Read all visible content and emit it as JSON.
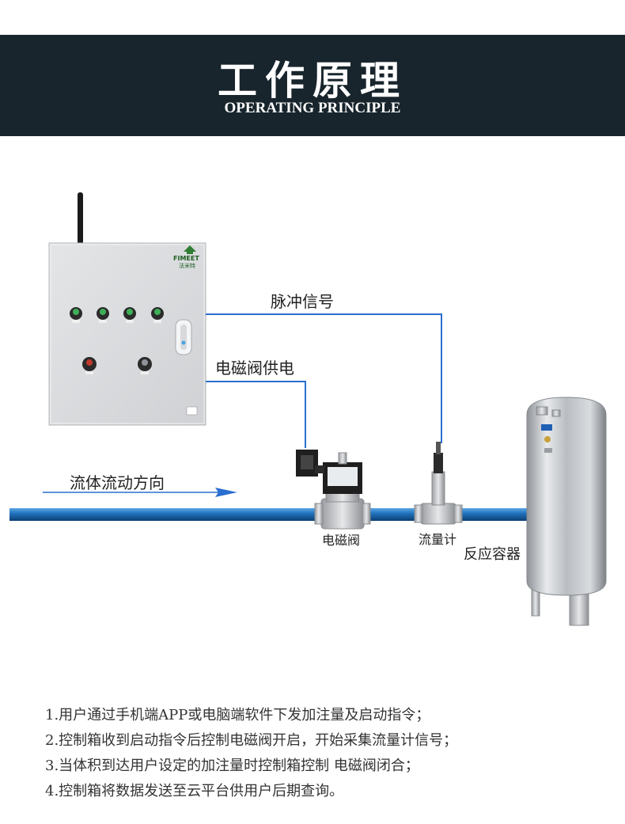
{
  "header": {
    "title": "工作原理",
    "subtitle": "OPERATING PRINCIPLE"
  },
  "diagram": {
    "control_box_logo": "FIMEET",
    "control_box_logo_sub": "法米特",
    "pulse_signal_label": "脉冲信号",
    "valve_power_label": "电磁阀供电",
    "flow_direction_label": "流体流动方向",
    "solenoid_valve_label": "电磁阀",
    "flow_meter_label": "流量计",
    "reaction_vessel_label": "反应容器",
    "pipe_color": "#1e6fb8",
    "signal_line_color": "#2a6fd0",
    "header_bg_color": "#18252c"
  },
  "steps": [
    "1.用户通过手机端APP或电脑端软件下发加注量及启动指令；",
    "2.控制箱收到启动指令后控制电磁阀开启，开始采集流量计信号；",
    "3.当体积到达用户设定的加注量时控制箱控制 电磁阀闭合；",
    "4.控制箱将数据发送至云平台供用户后期查询。"
  ]
}
